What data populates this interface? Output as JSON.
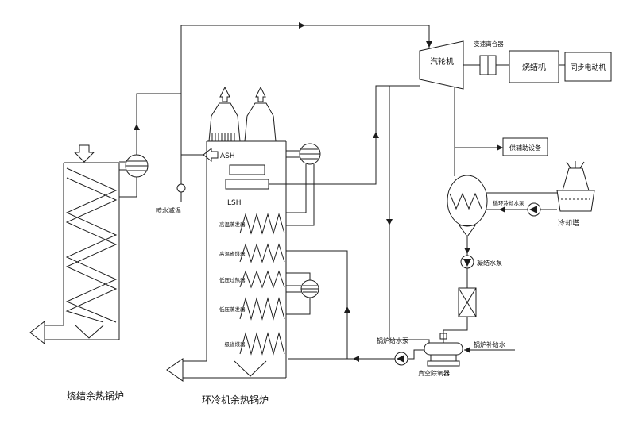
{
  "diagram": {
    "type": "process-flow-schematic",
    "labels": {
      "left_boiler": "烧结余热锅炉",
      "center_boiler": "环冷机余热锅炉",
      "turbine": "汽轮机",
      "clutch": "变速离合器",
      "sinter_machine": "烧结机",
      "sync_motor": "同步电动机",
      "aux_equipment": "供辅助设备",
      "cooling_tower": "冷却塔",
      "circ_pump": "循环冷却水泵",
      "condensate_pump": "凝结水泵",
      "ash": "ASH",
      "lsh": "LSH",
      "hp_evaporator": "高温蒸发器",
      "hp_economizer": "高温省煤器",
      "lp_superheater": "低压过热器",
      "lp_evaporator": "低压蒸发器",
      "stage1_economizer": "一级省煤器",
      "spray_attemperator": "喷水减温",
      "feed_pump": "锅炉给水泵",
      "makeup_water": "锅炉补给水",
      "deaerator": "真空除氧器"
    },
    "colors": {
      "line": "#1c1c1c",
      "background": "#ffffff",
      "text": "#111111"
    }
  }
}
